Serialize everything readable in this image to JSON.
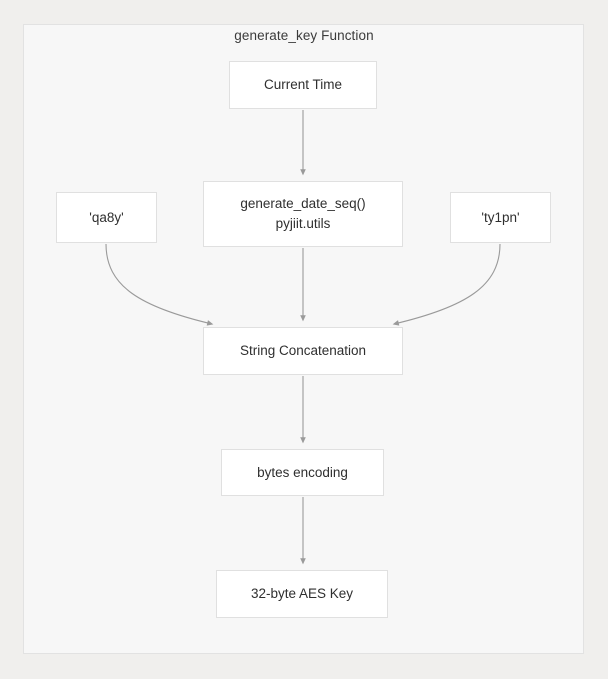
{
  "diagram": {
    "title": "generate_key Function",
    "type": "flowchart",
    "background_color": "#f0efed",
    "panel_color": "#f7f7f7",
    "node_color": "#ffffff",
    "node_border_color": "#e0e0e0",
    "edge_color": "#9a9a9a",
    "text_color": "#2f2f2f",
    "nodes": [
      {
        "id": "current_time",
        "label": "Current Time",
        "label_line2": ""
      },
      {
        "id": "generate_seq",
        "label": "generate_date_seq()",
        "label_line2": "pyjiit.utils"
      },
      {
        "id": "salt_left",
        "label": "'qa8y'",
        "label_line2": ""
      },
      {
        "id": "salt_right",
        "label": "'ty1pn'",
        "label_line2": ""
      },
      {
        "id": "concat",
        "label": "String Concatenation",
        "label_line2": ""
      },
      {
        "id": "bytes",
        "label": "bytes encoding",
        "label_line2": ""
      },
      {
        "id": "aes_key",
        "label": "32-byte AES Key",
        "label_line2": ""
      }
    ],
    "edges": [
      {
        "from": "current_time",
        "to": "generate_seq",
        "style": "straight"
      },
      {
        "from": "generate_seq",
        "to": "concat",
        "style": "straight"
      },
      {
        "from": "salt_left",
        "to": "concat",
        "style": "curved"
      },
      {
        "from": "salt_right",
        "to": "concat",
        "style": "curved"
      },
      {
        "from": "concat",
        "to": "bytes",
        "style": "straight"
      },
      {
        "from": "bytes",
        "to": "aes_key",
        "style": "straight"
      }
    ]
  }
}
